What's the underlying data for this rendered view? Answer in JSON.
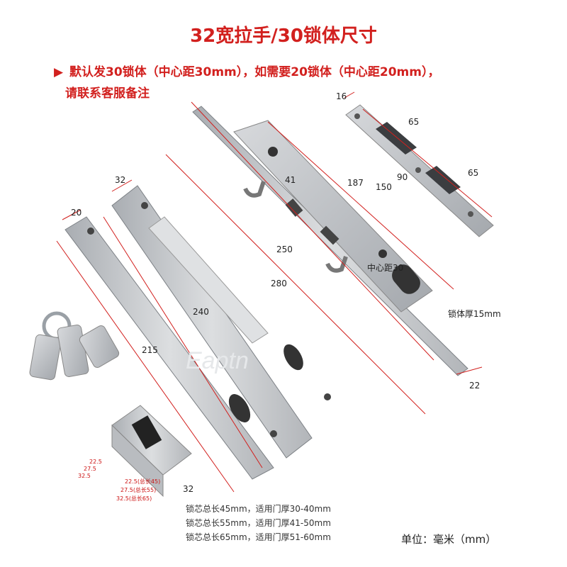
{
  "title": "32宽拉手/30锁体尺寸",
  "note": {
    "arrow": "▶",
    "line1": "默认发30锁体（中心距30mm），如需要20锁体（中心距20mm），",
    "line2": "请联系客服备注"
  },
  "dims": {
    "strike_width": "16",
    "strike_a": "65",
    "strike_b": "65",
    "strike_c": "90",
    "strike_d": "150",
    "lock_187": "187",
    "lock_41": "41",
    "lock_250": "250",
    "lock_280": "280",
    "handle_32": "32",
    "handle_240": "240",
    "plate_20": "20",
    "plate_215": "215",
    "lock_22": "22",
    "center": "中心距30",
    "cyl_32": "32",
    "cyl_left": [
      "22.5",
      "27.5",
      "32.5"
    ],
    "cyl_right": [
      "22.5(总长45)",
      "27.5(总长55)",
      "32.5(总长65)"
    ]
  },
  "lock_thickness": "锁体厚15mm",
  "watermark": "Eaptn",
  "specs": [
    "锁芯总长45mm，适用门厚30-40mm",
    "锁芯总长55mm，适用门厚41-50mm",
    "锁芯总长65mm，适用门厚51-60mm"
  ],
  "unit": "单位：毫米（mm）",
  "colors": {
    "accent": "#d2201e",
    "metal": "#c7c9cc",
    "metal_dark": "#9fa3a8"
  }
}
